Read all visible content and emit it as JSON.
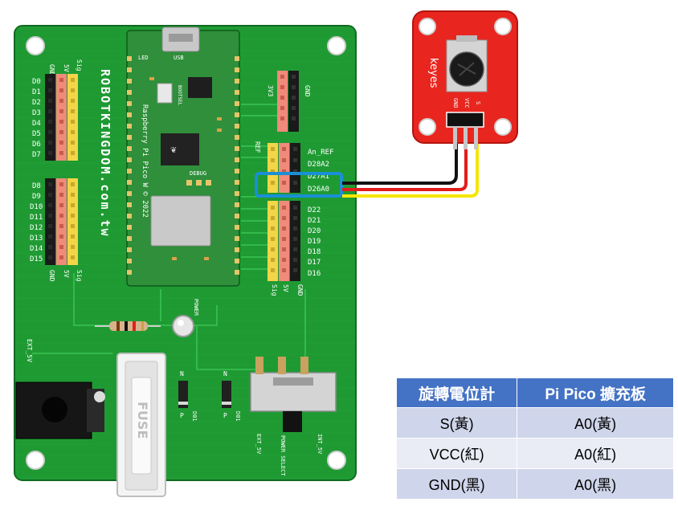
{
  "colors": {
    "pcb_green": "#1f9a33",
    "pcb_dark": "#157a28",
    "module_red": "#e8261f",
    "pico_green": "#2f8f3a",
    "highlight_blue": "#1a8fd6",
    "wire_black": "#111111",
    "wire_red": "#e21d1d",
    "wire_yellow": "#f5e600",
    "table_header": "#4472c4",
    "table_row_a": "#cfd5ea",
    "table_row_b": "#e9ebf5"
  },
  "board": {
    "brand_text": "ROBOTKINGDOM.com.tw",
    "left_header_top": [
      "GND",
      "5V",
      "Sig"
    ],
    "left_pins_upper": [
      "D0",
      "D1",
      "D2",
      "D3",
      "D4",
      "D5",
      "D6",
      "D7"
    ],
    "left_pins_lower": [
      "D8",
      "D9",
      "D10",
      "D11",
      "D12",
      "D13",
      "D14",
      "D15"
    ],
    "left_header_bottom": [
      "GND",
      "5V",
      "Sig"
    ],
    "power_top_labels": [
      "3V3",
      "GND"
    ],
    "analog_labels": [
      "An_REF",
      "D28A2",
      "D27A1",
      "D26A0"
    ],
    "ref_label": "REF",
    "digital_right": [
      "D22",
      "D21",
      "D20",
      "D19",
      "D18",
      "D17",
      "D16"
    ],
    "right_header_bottom": [
      "Sig",
      "5V",
      "GND"
    ],
    "pico_text": "Raspberry Pi Pico W © 2022",
    "pico_labels": [
      "USB",
      "LED",
      "BOOTSEL",
      "DEBUG"
    ],
    "fuse_text": "FUSE",
    "ext_label": "EXT_5V",
    "power_label": "POWER",
    "diode_labels": [
      "N",
      "P",
      "D01",
      "N",
      "P",
      "D01"
    ],
    "switch_labels": [
      "EXT_5V",
      "POWER SELECT",
      "INT_5V"
    ]
  },
  "module": {
    "brand": "keyes",
    "pins": [
      "GND",
      "VCC",
      "S"
    ]
  },
  "table": {
    "headers": [
      "旋轉電位計",
      "Pi Pico 擴充板"
    ],
    "rows": [
      [
        "S(黃)",
        "A0(黃)"
      ],
      [
        "VCC(紅)",
        "A0(紅)"
      ],
      [
        "GND(黑)",
        "A0(黑)"
      ]
    ]
  }
}
